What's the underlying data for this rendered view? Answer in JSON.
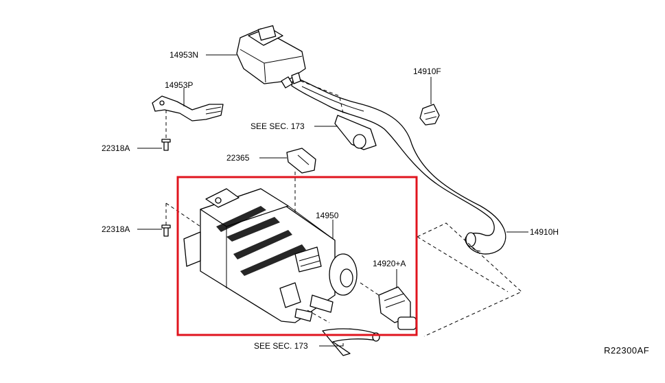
{
  "diagram_code": "R22300AF",
  "highlight_color": "#e0141e",
  "callouts": {
    "p14953N": "14953N",
    "p14953P": "14953P",
    "p14910F": "14910F",
    "see173_top": "SEE SEC. 173",
    "p22318A_top": "22318A",
    "p22365": "22365",
    "p14950": "14950",
    "p22318A_mid": "22318A",
    "p14910H": "14910H",
    "p14920A": "14920+A",
    "see173_bottom": "SEE SEC. 173"
  }
}
